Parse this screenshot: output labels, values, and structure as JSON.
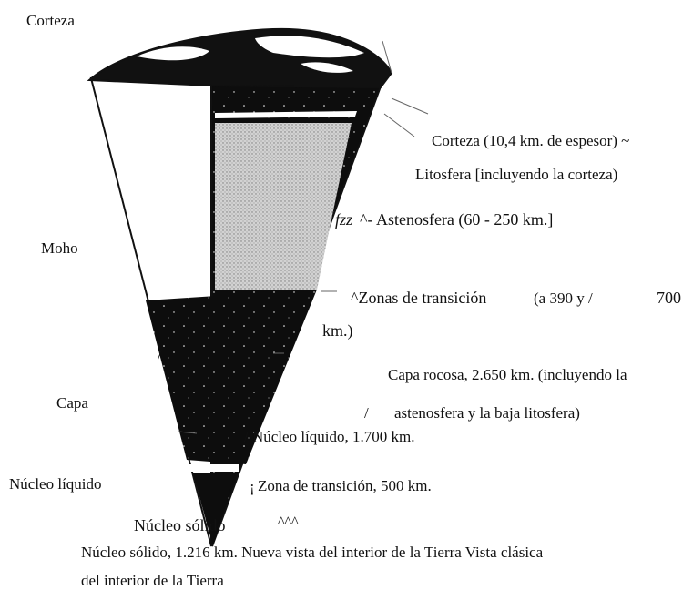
{
  "labels": {
    "corteza_left": "Corteza",
    "moho": "Moho",
    "capa": "Capa",
    "nucleo_liquido_left": "Núcleo líquido",
    "nucleo_solido_center": "Núcleo sólido",
    "corteza_right": "Corteza (10,4 km. de espesor) ~",
    "litosfera": "Litosfera [incluyendo la corteza)",
    "astenosfera_prefix": "fzz",
    "astenosfera": "^- Astenosfera (60 - 250 km.]",
    "zonas_transicion_a": "^Zonas de transición",
    "zonas_transicion_b": "(a 390 y /",
    "zonas_transicion_c": "700",
    "zonas_transicion_d": "km.)",
    "slash_left": "/",
    "capa_rocosa_1": "Capa rocosa, 2.650 km. (incluyendo la",
    "slash_mid": "/",
    "capa_rocosa_2": "astenosfera y la baja litosfera)",
    "nucleo_liquido_right": "/  Núcleo líquido, 1.700 km.",
    "zona_transicion_500_mark": "¡",
    "zona_transicion_500": "Zona de transición, 500 km.",
    "carets": "^^^",
    "footer_line1": "Núcleo sólido, 1.216 km.    Nueva vista del interior de la Tierra Vista clásica",
    "footer_line2": "del interior de la Tierra"
  },
  "colors": {
    "ink": "#111111",
    "mantle_fill": "#0d0d0d",
    "astenosphere_stipple": "#bdbdbd",
    "white": "#ffffff"
  }
}
